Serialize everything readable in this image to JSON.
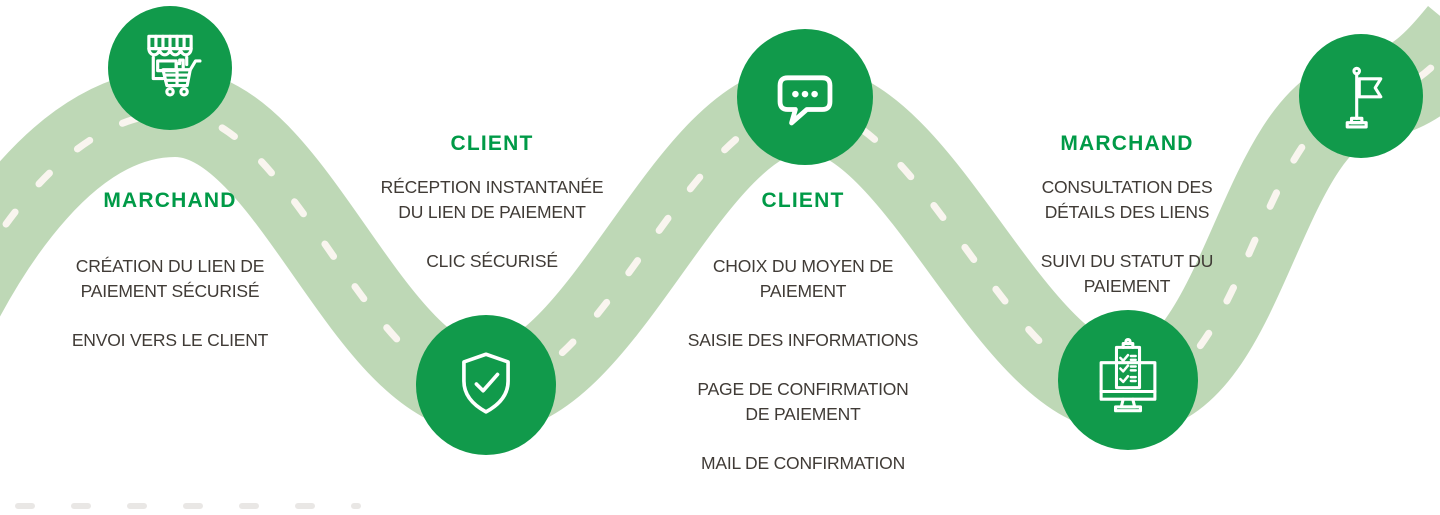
{
  "colors": {
    "node_green": "#119a4b",
    "actor_green": "#009a47",
    "road_green": "#bed8b6",
    "road_dash_cream": "#f9f5ef",
    "body_text": "#403b36",
    "bottom_shadow_gray": "#c9c4bf"
  },
  "steps": [
    {
      "actor": "MARCHAND",
      "icon": "storefront-cart-icon",
      "paragraphs": [
        "CRÉATION DU LIEN DE PAIEMENT SÉCURISÉ",
        "ENVOI VERS LE CLIENT"
      ]
    },
    {
      "actor": "CLIENT",
      "icon": "shield-check-icon",
      "paragraphs": [
        "RÉCEPTION INSTANTANÉE DU LIEN DE PAIEMENT",
        "CLIC SÉCURISÉ"
      ]
    },
    {
      "actor": "CLIENT",
      "icon": "chat-bubble-icon",
      "paragraphs": [
        "CHOIX DU MOYEN DE PAIEMENT",
        "SAISIE DES INFORMATIONS",
        "PAGE DE CONFIRMATION DE PAIEMENT",
        "MAIL DE CONFIRMATION"
      ]
    },
    {
      "actor": "MARCHAND",
      "icon": "monitor-checklist-icon",
      "paragraphs": [
        "CONSULTATION DES DÉTAILS DES LIENS",
        "SUIVI DU STATUT DU PAIEMENT"
      ]
    },
    {
      "actor": "",
      "icon": "finish-flag-icon",
      "paragraphs": []
    }
  ]
}
